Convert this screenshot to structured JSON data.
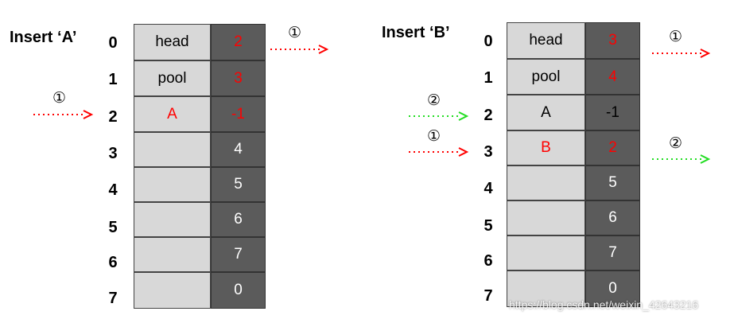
{
  "colors": {
    "left_cell": "#d8d8d8",
    "right_cell": "#5b5b5b",
    "red": "#ff0000",
    "green": "#22dd22"
  },
  "panel_a": {
    "title": "Insert ‘A’",
    "indices": [
      "0",
      "1",
      "2",
      "3",
      "4",
      "5",
      "6",
      "7"
    ],
    "rows": [
      {
        "label": "head",
        "next": "2",
        "label_color": "black",
        "next_color": "red"
      },
      {
        "label": "pool",
        "next": "3",
        "label_color": "black",
        "next_color": "red"
      },
      {
        "label": "A",
        "next": "-1",
        "label_color": "red",
        "next_color": "red"
      },
      {
        "label": "",
        "next": "4",
        "label_color": "black",
        "next_color": "white"
      },
      {
        "label": "",
        "next": "5",
        "label_color": "black",
        "next_color": "white"
      },
      {
        "label": "",
        "next": "6",
        "label_color": "black",
        "next_color": "white"
      },
      {
        "label": "",
        "next": "7",
        "label_color": "black",
        "next_color": "white"
      },
      {
        "label": "",
        "next": "0",
        "label_color": "black",
        "next_color": "white"
      }
    ],
    "step_marker": "①"
  },
  "panel_b": {
    "title": "Insert ‘B’",
    "indices": [
      "0",
      "1",
      "2",
      "3",
      "4",
      "5",
      "6",
      "7"
    ],
    "rows": [
      {
        "label": "head",
        "next": "3",
        "label_color": "black",
        "next_color": "red"
      },
      {
        "label": "pool",
        "next": "4",
        "label_color": "black",
        "next_color": "red"
      },
      {
        "label": "A",
        "next": "-1",
        "label_color": "black",
        "next_color": "black"
      },
      {
        "label": "B",
        "next": "2",
        "label_color": "red",
        "next_color": "red"
      },
      {
        "label": "",
        "next": "5",
        "label_color": "black",
        "next_color": "white"
      },
      {
        "label": "",
        "next": "6",
        "label_color": "black",
        "next_color": "white"
      },
      {
        "label": "",
        "next": "7",
        "label_color": "black",
        "next_color": "white"
      },
      {
        "label": "",
        "next": "0",
        "label_color": "black",
        "next_color": "white"
      }
    ],
    "step_1": "①",
    "step_2": "②"
  },
  "watermark": "https://blog.csdn.net/weixin_42643216"
}
